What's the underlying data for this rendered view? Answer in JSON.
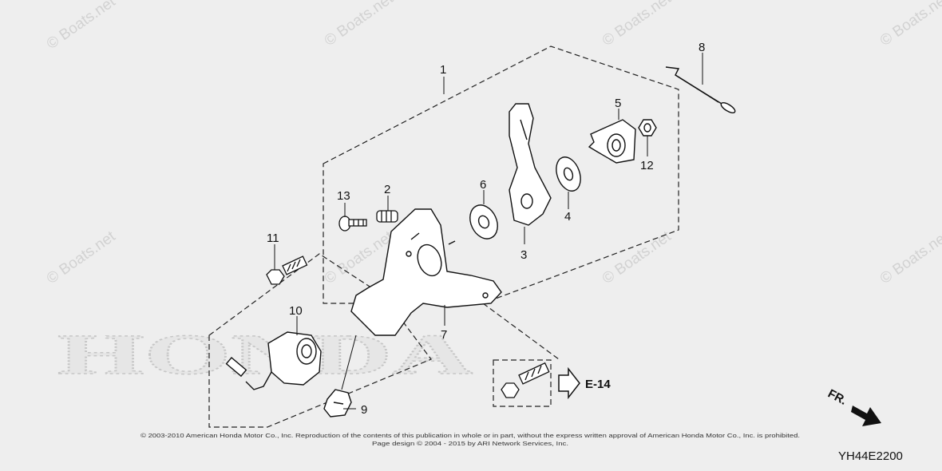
{
  "watermark": {
    "text": "© Boats.net",
    "brand_text": "HONDA"
  },
  "callouts": {
    "c1": "1",
    "c2": "2",
    "c3": "3",
    "c4": "4",
    "c5": "5",
    "c6": "6",
    "c7": "7",
    "c8": "8",
    "c9": "9",
    "c10": "10",
    "c11": "11",
    "c12": "12",
    "c13": "13"
  },
  "reference": {
    "label": "E-14",
    "direction_label": "FR."
  },
  "diagram_code": "YH44E2200",
  "copyright": {
    "line1": "© 2003-2010 American Honda Motor Co., Inc. Reproduction of the contents of this publication in whole or in part, without the express written approval of American Honda Motor Co., Inc. is prohibited.",
    "line2": "Page design © 2004 - 2015 by ARI Network Services, Inc."
  }
}
